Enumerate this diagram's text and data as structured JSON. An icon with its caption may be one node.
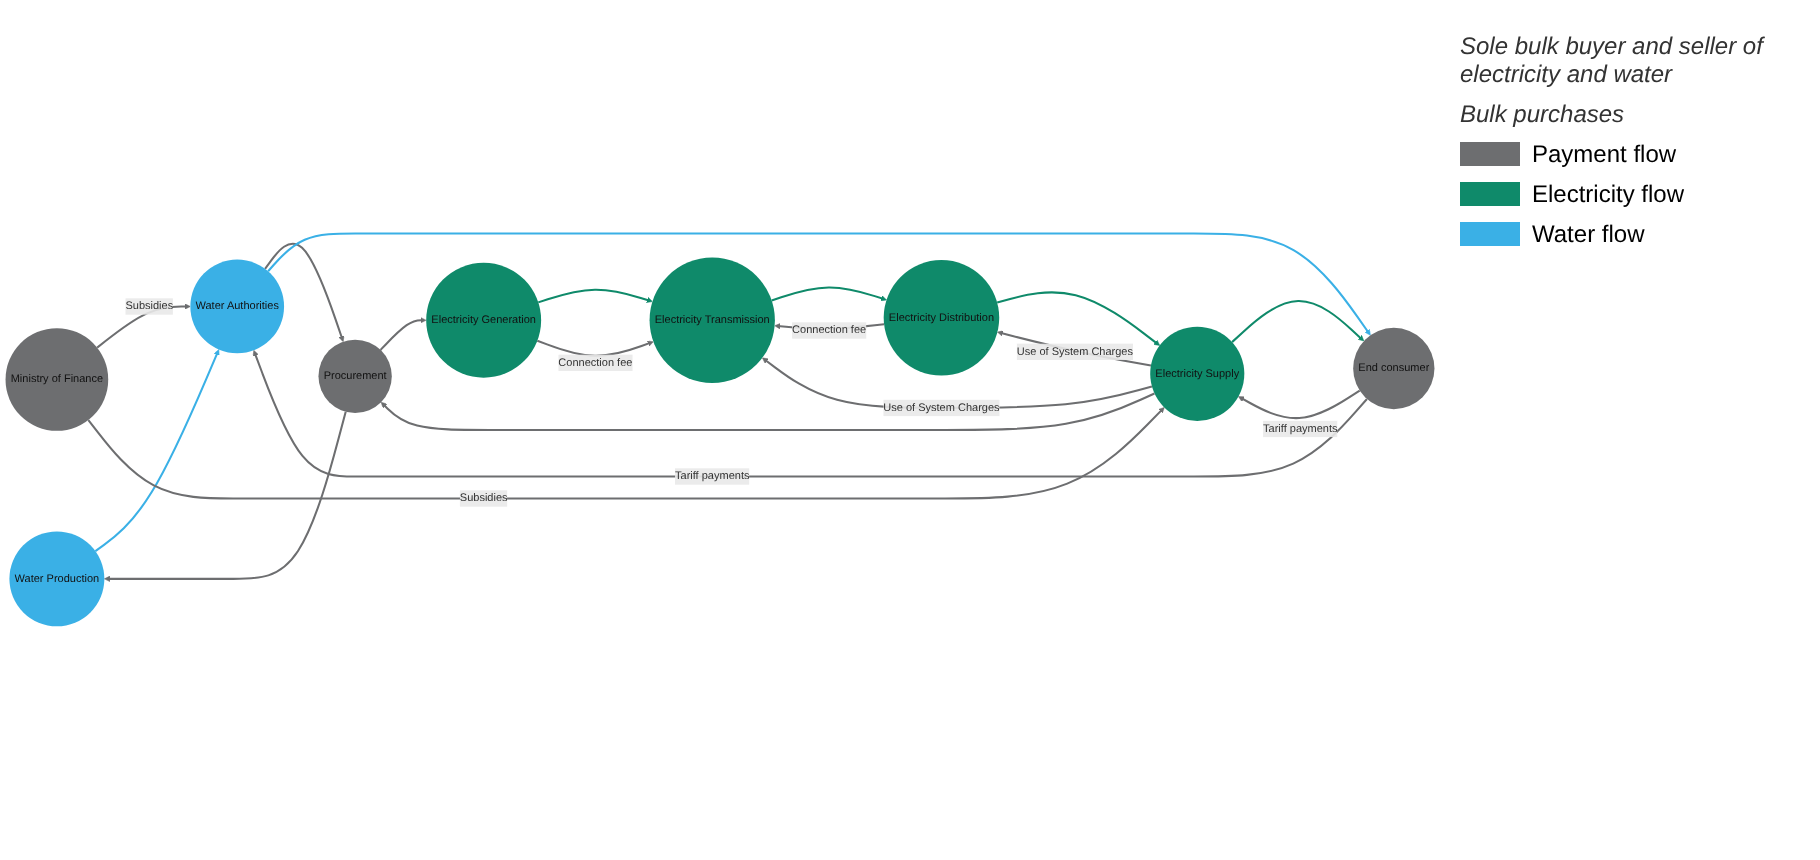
{
  "diagram": {
    "nodes": [
      {
        "text": [
          "Water Production"
        ]
      },
      {
        "text": [
          "Water Authorities"
        ]
      },
      {
        "text": [
          "Procurement"
        ]
      },
      {
        "text": [
          "Ministry of Finance"
        ]
      },
      {
        "text": [
          "End consumer"
        ]
      },
      {
        "text": [
          "Electricity Generation"
        ]
      },
      {
        "text": [
          "Electricity Transmission"
        ]
      },
      {
        "text": [
          "Electricity Distribution"
        ]
      },
      {
        "text": [
          "Electricity Supply"
        ]
      }
    ],
    "edges": [
      {
        "from": 0,
        "to": 1,
        "arrow": "to",
        "color": "#3ab0e6"
      },
      {
        "from": 1,
        "to": 2,
        "arrow": "to"
      },
      {
        "from": 2,
        "to": 0,
        "arrow": "to"
      },
      {
        "from": 2,
        "to": 5,
        "arrow": "to"
      },
      {
        "from": 3,
        "to": 1,
        "arrow": "to",
        "label": "Subsidies"
      },
      {
        "from": 1,
        "to": 4,
        "arrow": "to",
        "color": "#3ab0e6"
      },
      {
        "from": 4,
        "to": 1,
        "arrow": "to",
        "label": "Tariff payments"
      },
      {
        "from": 3,
        "to": 8,
        "arrow": "to",
        "label": "Subsidies"
      },
      {
        "from": 8,
        "to": 4,
        "arrow": "to",
        "color": "#0f8a6a"
      },
      {
        "from": 4,
        "to": 8,
        "arrow": "to",
        "label": "Tariff payments"
      },
      {
        "from": 8,
        "to": 2,
        "arrow": "to"
      },
      {
        "from": 5,
        "to": 6,
        "arrow": "to",
        "color": "#0f8a6a"
      },
      {
        "from": 5,
        "to": 6,
        "arrow": "to",
        "label": "Connection fee"
      },
      {
        "from": 6,
        "to": 7,
        "arrow": "to",
        "color": "#0f8a6a"
      },
      {
        "from": 7,
        "to": 6,
        "arrow": "to",
        "label": "Connection fee"
      },
      {
        "from": 7,
        "to": 8,
        "arrow": "to",
        "color": "#0f8a6a"
      },
      {
        "from": 8,
        "to": 7,
        "arrow": "to",
        "label": "Use of System Charges"
      },
      {
        "from": 8,
        "to": 6,
        "arrow": "to",
        "label": "Use of System Charges"
      }
    ],
    "labels": [
      "Sole bulk buyer and seller of electricity and water",
      "Bulk purchases"
    ],
    "legend": [
      {
        "text": "Payment flow",
        "color": "#6d6e70"
      },
      {
        "text": "Electricity flow",
        "color": "#0f8a6a"
      },
      {
        "text": "Water flow",
        "color": "#3ab0e6"
      }
    ]
  }
}
